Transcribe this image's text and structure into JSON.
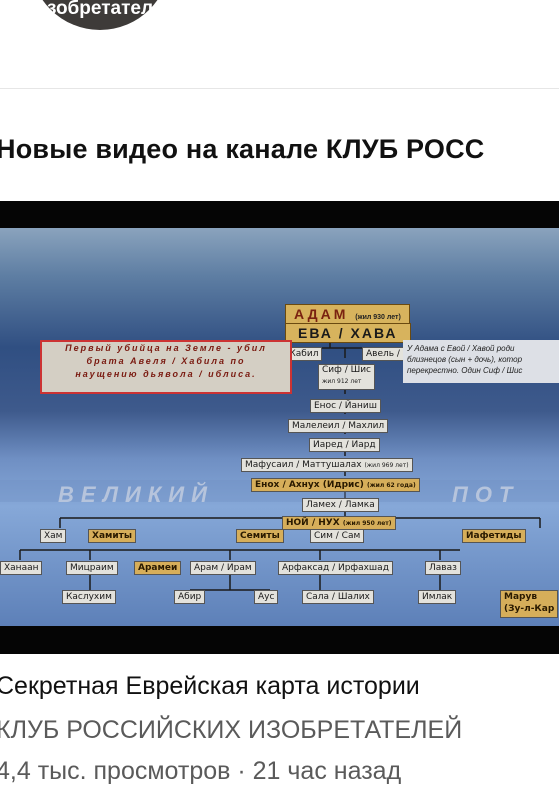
{
  "channel": {
    "avatar_text": "зобретател"
  },
  "section": {
    "title": "Новые видео на канале КЛУБ РОСС"
  },
  "video": {
    "title": "Секретная Еврейская  карта истории",
    "channel": "КЛУБ РОССИЙСКИХ ИЗОБРЕТАТЕЛЕЙ",
    "meta": "4,4 тыс. просмотров · 21 час назад",
    "thumbnail": {
      "adam": "АДАМ",
      "adam_note": "(жил 930 лет)",
      "eva": "ЕВА / ХАВА",
      "kain": "Каин / Кабил",
      "avel": "Авель / Хабил",
      "sif": "Сиф / Шис",
      "sif_note": "жил 912 лет",
      "enos": "Енос / Йаниш",
      "malelel": "Малелеил / Махлил",
      "iared": "Иаред / Иард",
      "mafusail": "Мафусаил / Маттушалах",
      "mafusail_note": "(жил 969 лет)",
      "enoh": "Енох / Ахнух (Идрис)",
      "enoh_note": "(жил 62 года)",
      "lameh": "Ламех / Ламка",
      "noy": "НОЙ / НУХ",
      "noy_note": "(жил 950 лет)",
      "red_note": [
        "Первый убийца на Земле - убил",
        "брата Авеля / Хабила по",
        "наущению дьявола / иблиса."
      ],
      "right_note": [
        "У Адама с Евой / Хавой роди",
        "близнецов (сын + дочь), котор",
        "перекрестно. Один Сиф / Шис"
      ],
      "flood_left": "ВЕЛИКИЙ",
      "flood_right": "ПОТ",
      "ham": "Хам",
      "hamity": "Хамиты",
      "semity": "Семиты",
      "sim": "Сим / Сам",
      "iafetidy": "Иафетиды",
      "hanaan": "Ханаан",
      "micraim": "Мицраим",
      "aramei": "Арамеи",
      "aram": "Арам / Ирам",
      "arfaksad": "Арфаксад / Ирфахшад",
      "lavaz": "Лаваз",
      "kasluhim": "Каслухим",
      "abir": "Абир",
      "aus": "Аус",
      "sala": "Сала / Шалих",
      "imlak": "Имлак",
      "maruz": "Марув",
      "zul": "(Зу-л-Кар"
    }
  }
}
